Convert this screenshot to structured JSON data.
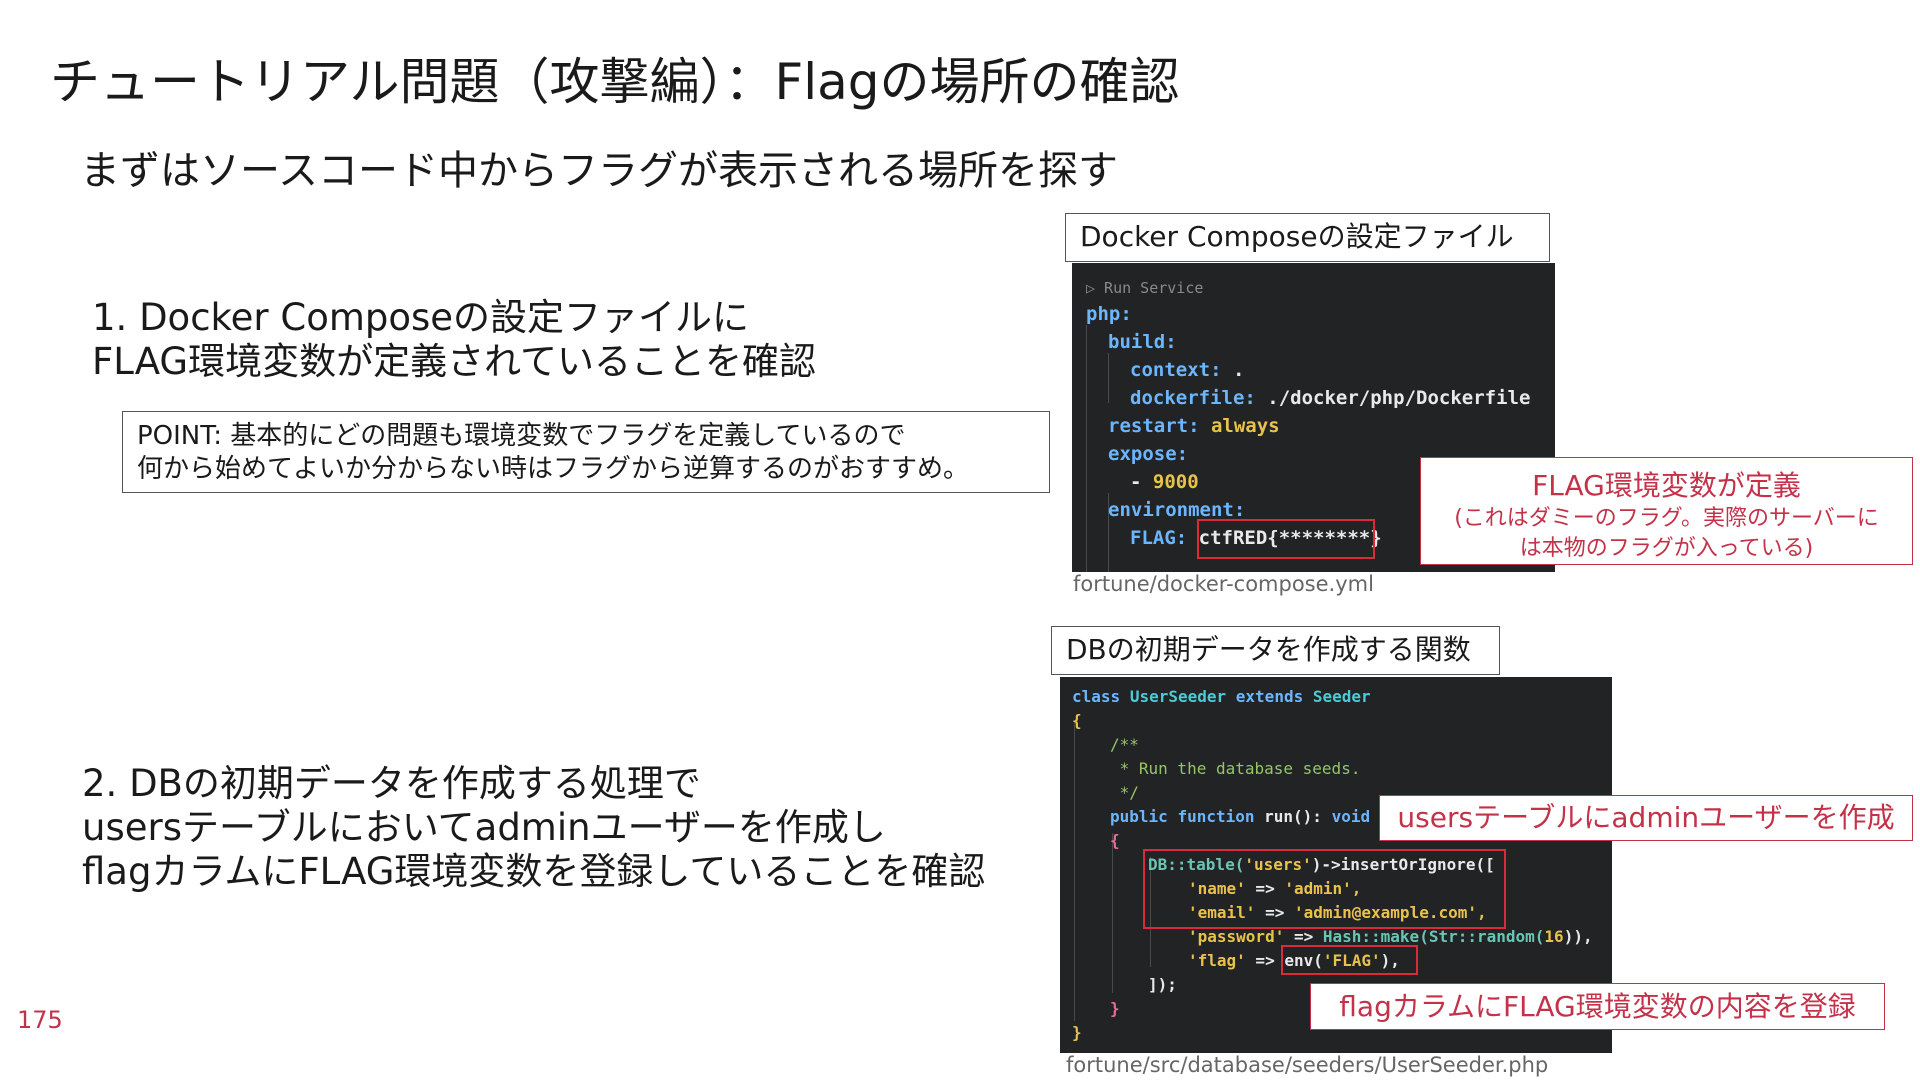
{
  "slide": {
    "title": "チュートリアル問題（攻撃編）：Flagの場所の確認",
    "subtitle": "まずはソースコード中からフラグが表示される場所を探す",
    "page_number": "175"
  },
  "step1": {
    "line1": "1. Docker Composeの設定ファイルに",
    "line2": "FLAG環境変数が定義されていることを確認"
  },
  "point": {
    "line1": "POINT: 基本的にどの問題も環境変数でフラグを定義しているので",
    "line2": "何から始めてよいか分からない時はフラグから逆算するのがおすすめ。"
  },
  "step2": {
    "line1": "2. DBの初期データを作成する処理で",
    "line2": "usersテーブルにおいてadminユーザーを作成し",
    "line3": "flagカラムにFLAG環境変数を登録していることを確認"
  },
  "compose_panel": {
    "label": "Docker Composeの設定ファイル",
    "caption": "fortune/docker-compose.yml",
    "code": {
      "run_service": "▷ Run Service",
      "php": "php:",
      "build": "build:",
      "context_key": "context:",
      "context_val": ".",
      "dockerfile_key": "dockerfile:",
      "dockerfile_val": "./docker/php/Dockerfile",
      "restart_key": "restart:",
      "restart_val": "always",
      "expose_key": "expose:",
      "expose_dash": "- ",
      "expose_val": "9000",
      "environment_key": "environment:",
      "flag_key": "FLAG:",
      "flag_val": "ctfRED{********}"
    },
    "callout": {
      "title": "FLAG環境変数が定義",
      "note1": "(これはダミーのフラグ。実際のサーバーに",
      "note2": "は本物のフラグが入っている)"
    }
  },
  "seeder_panel": {
    "label": "DBの初期データを作成する関数",
    "caption": "fortune/src/database/seeders/UserSeeder.php",
    "code": {
      "class_kw": "class",
      "class_name": "UserSeeder",
      "extends_kw": "extends",
      "parent": "Seeder",
      "open_brace": "{",
      "doc1": "/**",
      "doc2": " * Run the database seeds.",
      "doc3": " */",
      "public_kw": "public",
      "function_kw": "function",
      "fn_name": "run():",
      "void_kw": "void",
      "fn_brace": "{",
      "db_call": "DB::table(",
      "users_str": "'users'",
      "insert_call": ")->insertOrIgnore([",
      "name_key": "'name'",
      "name_val": "'admin',",
      "email_key": "'email'",
      "email_val": "'admin@example.com',",
      "password_key": "'password'",
      "hash_call": "Hash::make(",
      "str_call": "Str::random(",
      "rand_num": "16",
      "hash_close": ")),",
      "flag_key": "'flag'",
      "env_call": "env(",
      "env_arg": "'FLAG'",
      "env_close": "),",
      "arrow": " => ",
      "arr_close": "]);",
      "fn_close": "}",
      "class_close": "}"
    },
    "callout_users": "usersテーブルにadminユーザーを作成",
    "callout_flag": "flagカラムにFLAG環境変数の内容を登録"
  }
}
